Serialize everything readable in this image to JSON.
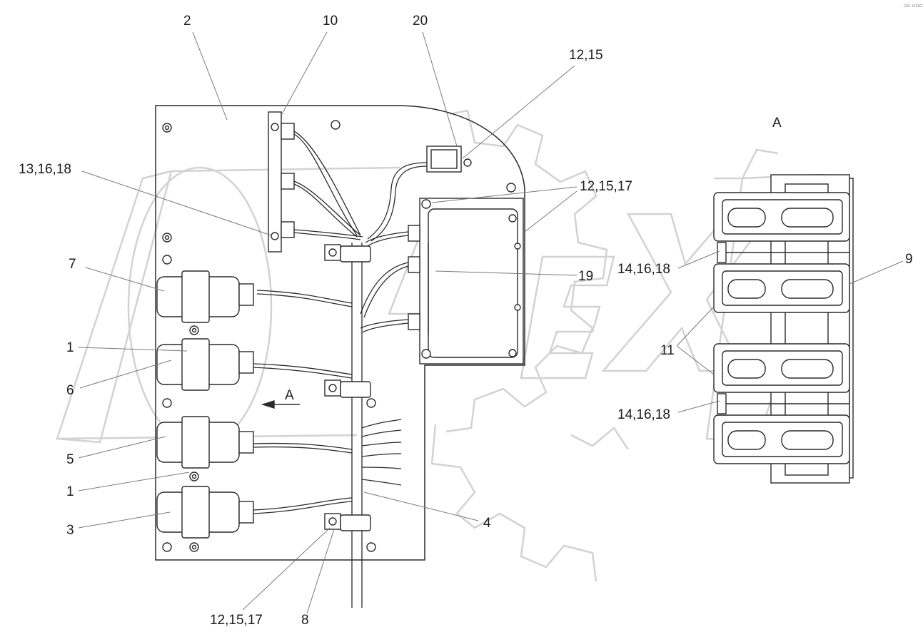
{
  "corner_mark": "▫▫ ▫▫▫",
  "view_label": "A",
  "arrow_label": "A",
  "callouts": {
    "c2": "2",
    "c10": "10",
    "c20": "20",
    "c12_15_top": "12,15",
    "c13_16_18": "13,16,18",
    "c12_15_17_right": "12,15,17",
    "c7": "7",
    "c19": "19",
    "c14_16_18_upper": "14,16,18",
    "c9": "9",
    "c1_upper": "1",
    "c6": "6",
    "c11": "11",
    "c14_16_18_lower": "14,16,18",
    "c5": "5",
    "c1_lower": "1",
    "c3": "3",
    "c4": "4",
    "c12_15_17_bottom": "12,15,17",
    "c8": "8"
  },
  "watermark": {
    "color": "#d2d2d2"
  }
}
